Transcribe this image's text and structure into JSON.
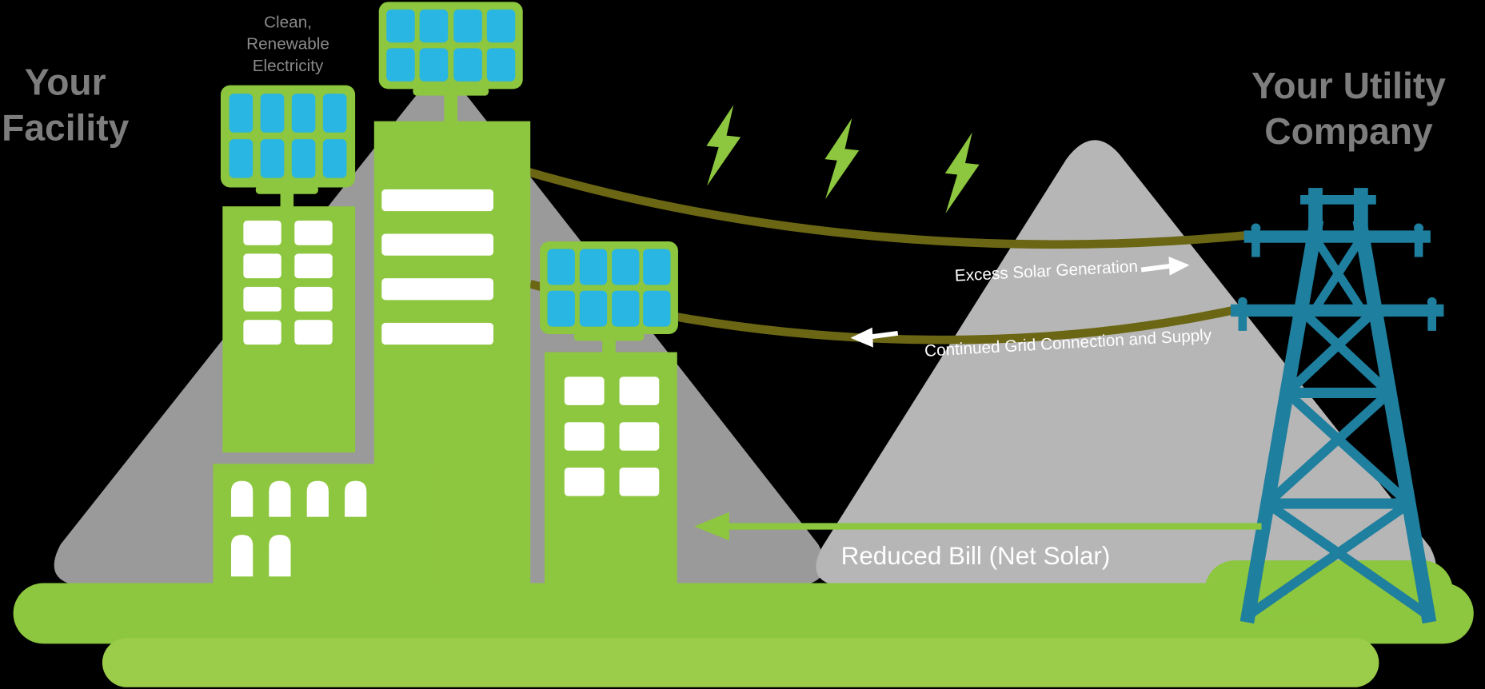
{
  "diagram": {
    "facility": {
      "line1": "Your",
      "line2": "Facility"
    },
    "clean_electricity": {
      "line1": "Clean,",
      "line2": "Renewable",
      "line3": "Electricity"
    },
    "utility": {
      "line1": "Your Utility",
      "line2": "Company"
    },
    "excess_label": "Excess Solar Generation",
    "grid_label": "Continued Grid Connection and Supply",
    "reduced_label": "Reduced Bill (Net Solar)"
  },
  "colors": {
    "background": "#000000",
    "green": "#8dc63f",
    "green_light": "#9ccd4a",
    "panel_cell": "#29b6e2",
    "mountain_left": "#9a9a9a",
    "mountain_right": "#b6b6b6",
    "wire": "#6b6614",
    "tower": "#1e7f9f",
    "heading_gray": "#7d7d7d",
    "small_gray": "#8a8a8a",
    "white": "#ffffff"
  }
}
